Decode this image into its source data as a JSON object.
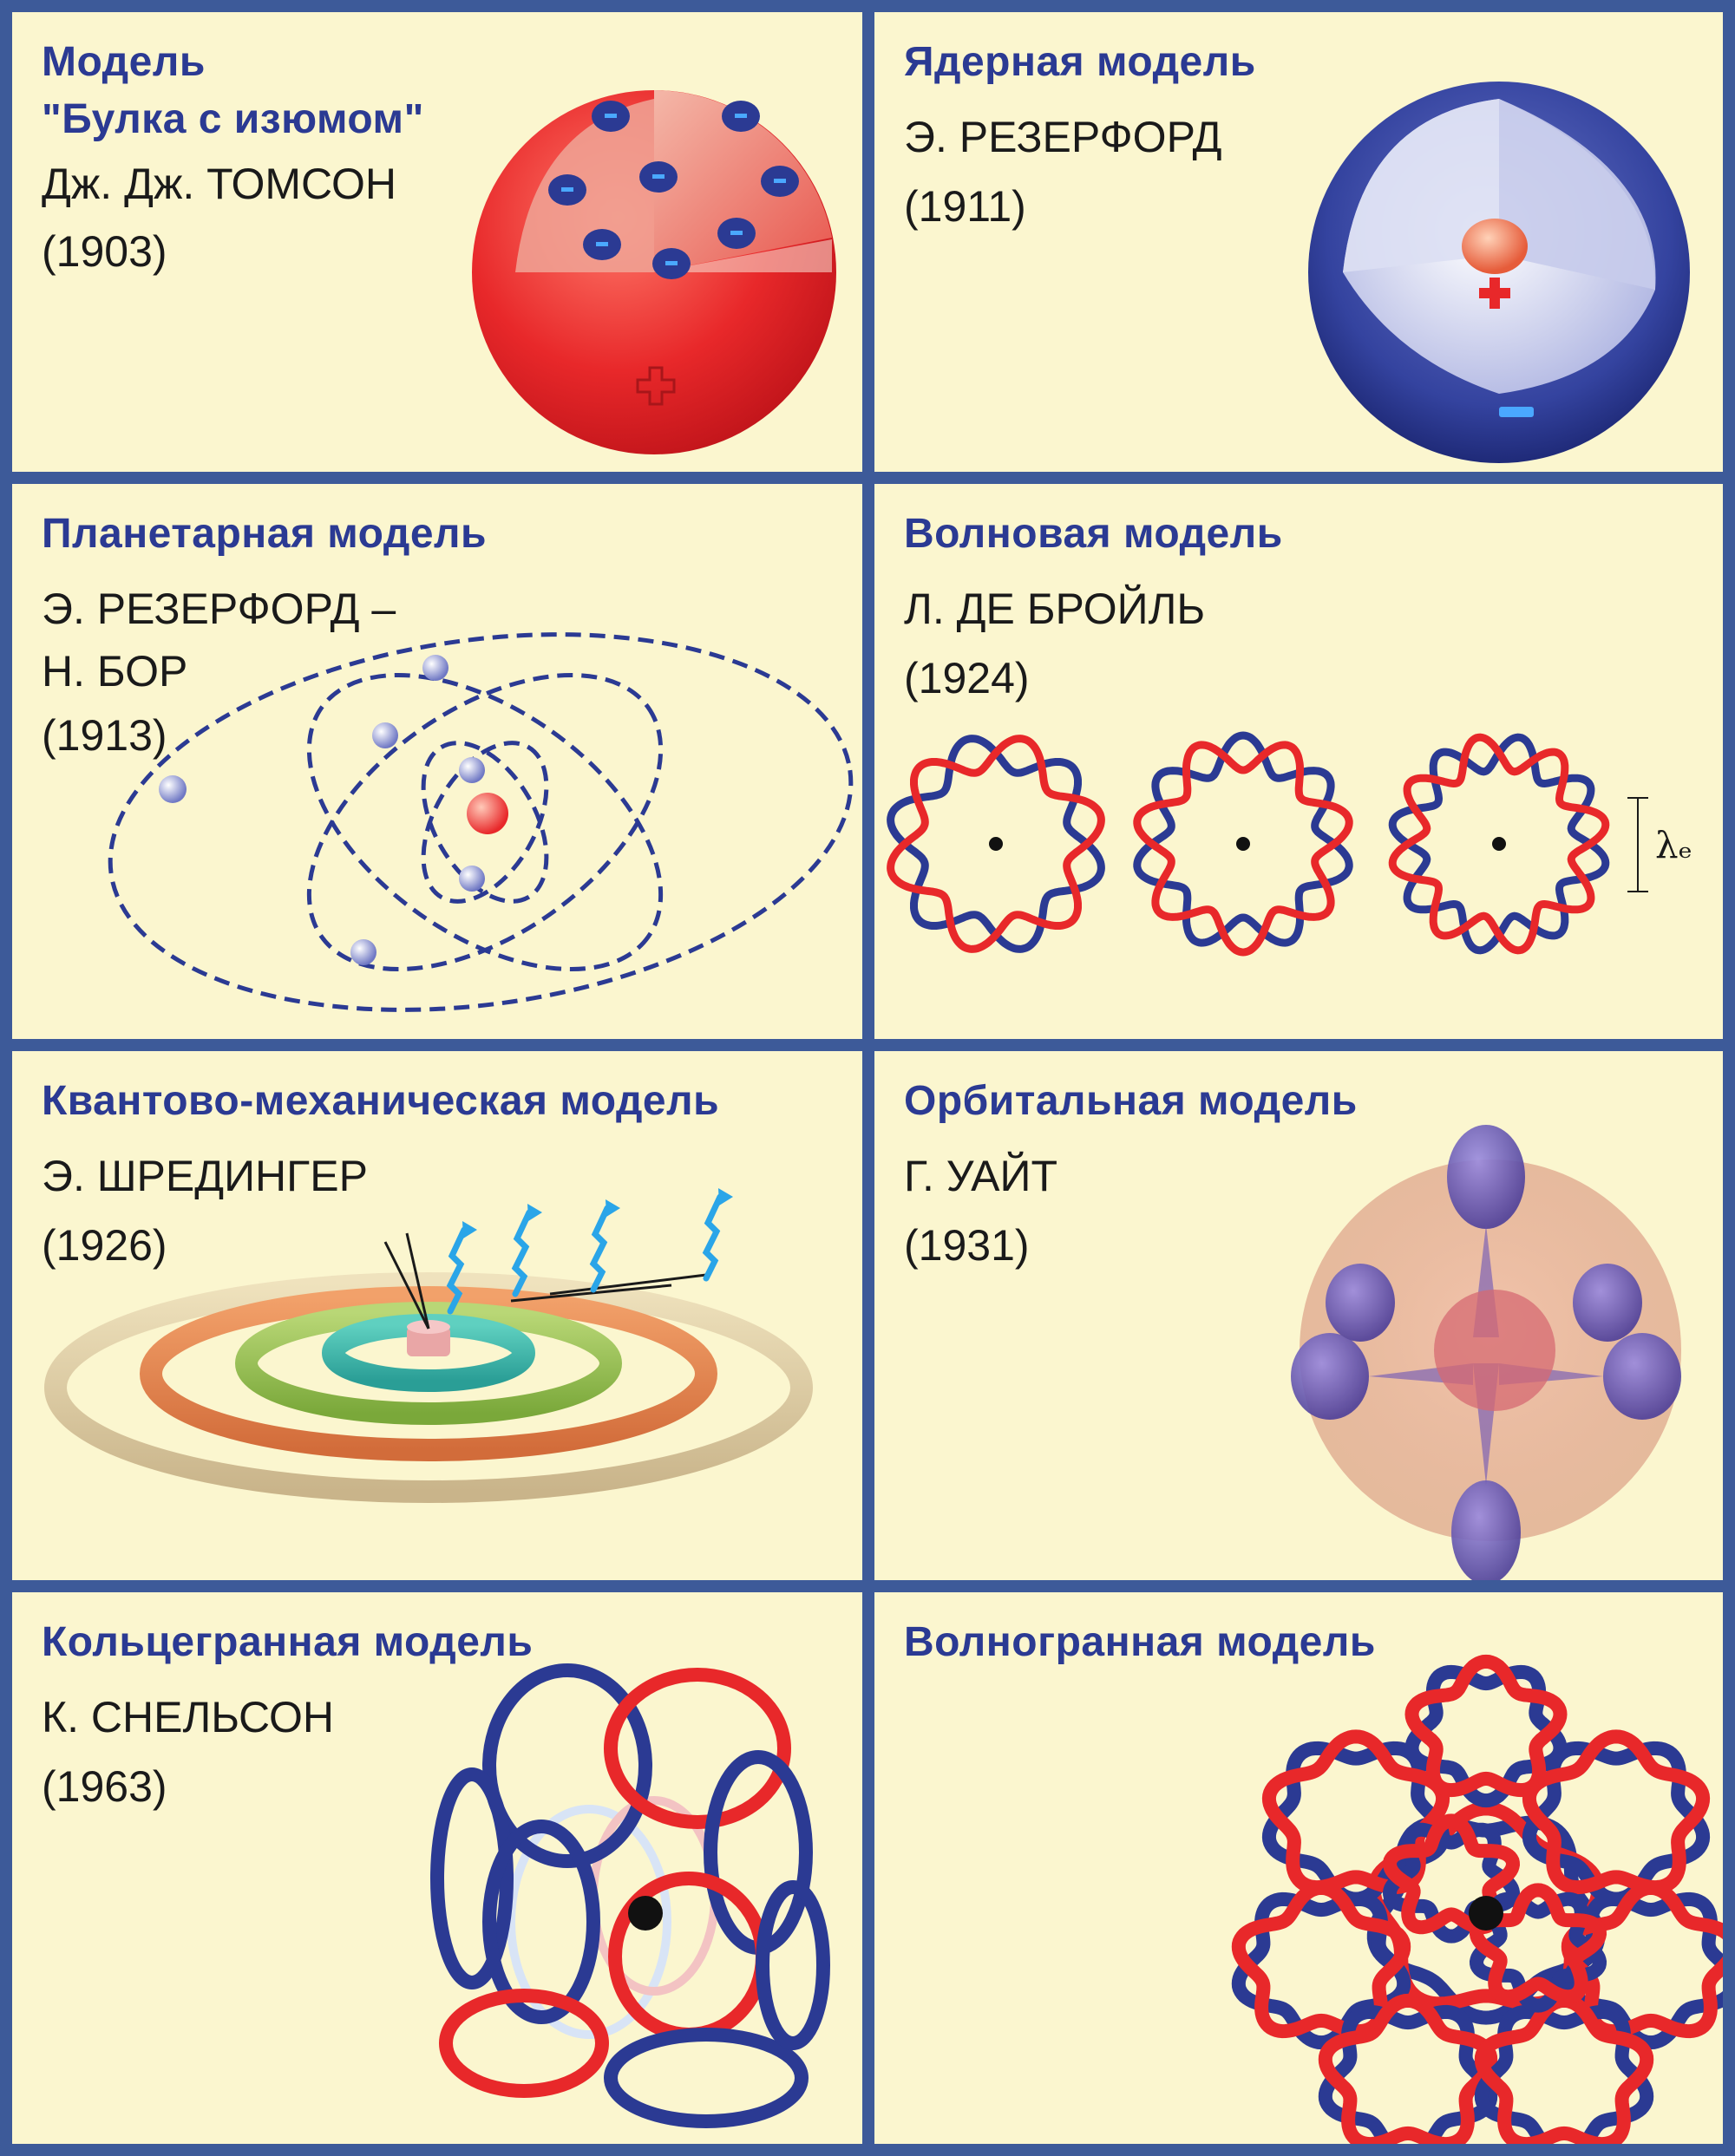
{
  "colors": {
    "background": "#fbf6cf",
    "border": "#3d5a99",
    "title": "#2b3a93",
    "red": "#e8282a",
    "blue": "#2b3a93"
  },
  "models": [
    {
      "title": "Модель",
      "title2": "\"Булка с изюмом\"",
      "author": "Дж. Дж. ТОМСОН",
      "year": "(1903)"
    },
    {
      "title": "Ядерная модель",
      "author": "Э. РЕЗЕРФОРД",
      "year": "(1911)"
    },
    {
      "title": "Планетарная модель",
      "author": "Э. РЕЗЕРФОРД –",
      "author2": "Н. БОР",
      "year": "(1913)"
    },
    {
      "title": "Волновая модель",
      "author": "Л. ДЕ БРОЙЛЬ",
      "year": "(1924)",
      "label": "λₑ"
    },
    {
      "title": "Квантово-механическая модель",
      "author": "Э. ШРЕДИНГЕР",
      "year": "(1926)"
    },
    {
      "title": "Орбитальная модель",
      "author": "Г. УАЙТ",
      "year": "(1931)"
    },
    {
      "title": "Кольцегранная модель",
      "author": "К. СНЕЛЬСОН",
      "year": "(1963)"
    },
    {
      "title": "Волногранная модель"
    }
  ]
}
